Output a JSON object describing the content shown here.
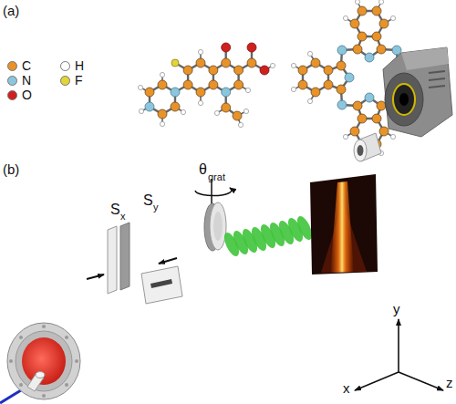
{
  "diagram": {
    "labels": [
      "(a)",
      "(b)",
      "S",
      "x",
      "S",
      "y",
      "θ",
      "grat",
      "x",
      "y",
      "z"
    ],
    "legend": [
      {
        "text": "C",
        "color": "#e8922a"
      },
      {
        "text": "N",
        "color": "#8cc6dd"
      },
      {
        "text": "O",
        "color": "#d0201e"
      },
      {
        "text": "H",
        "color": "#ffffff"
      },
      {
        "text": "F",
        "color": "#e3d437"
      }
    ]
  }
}
